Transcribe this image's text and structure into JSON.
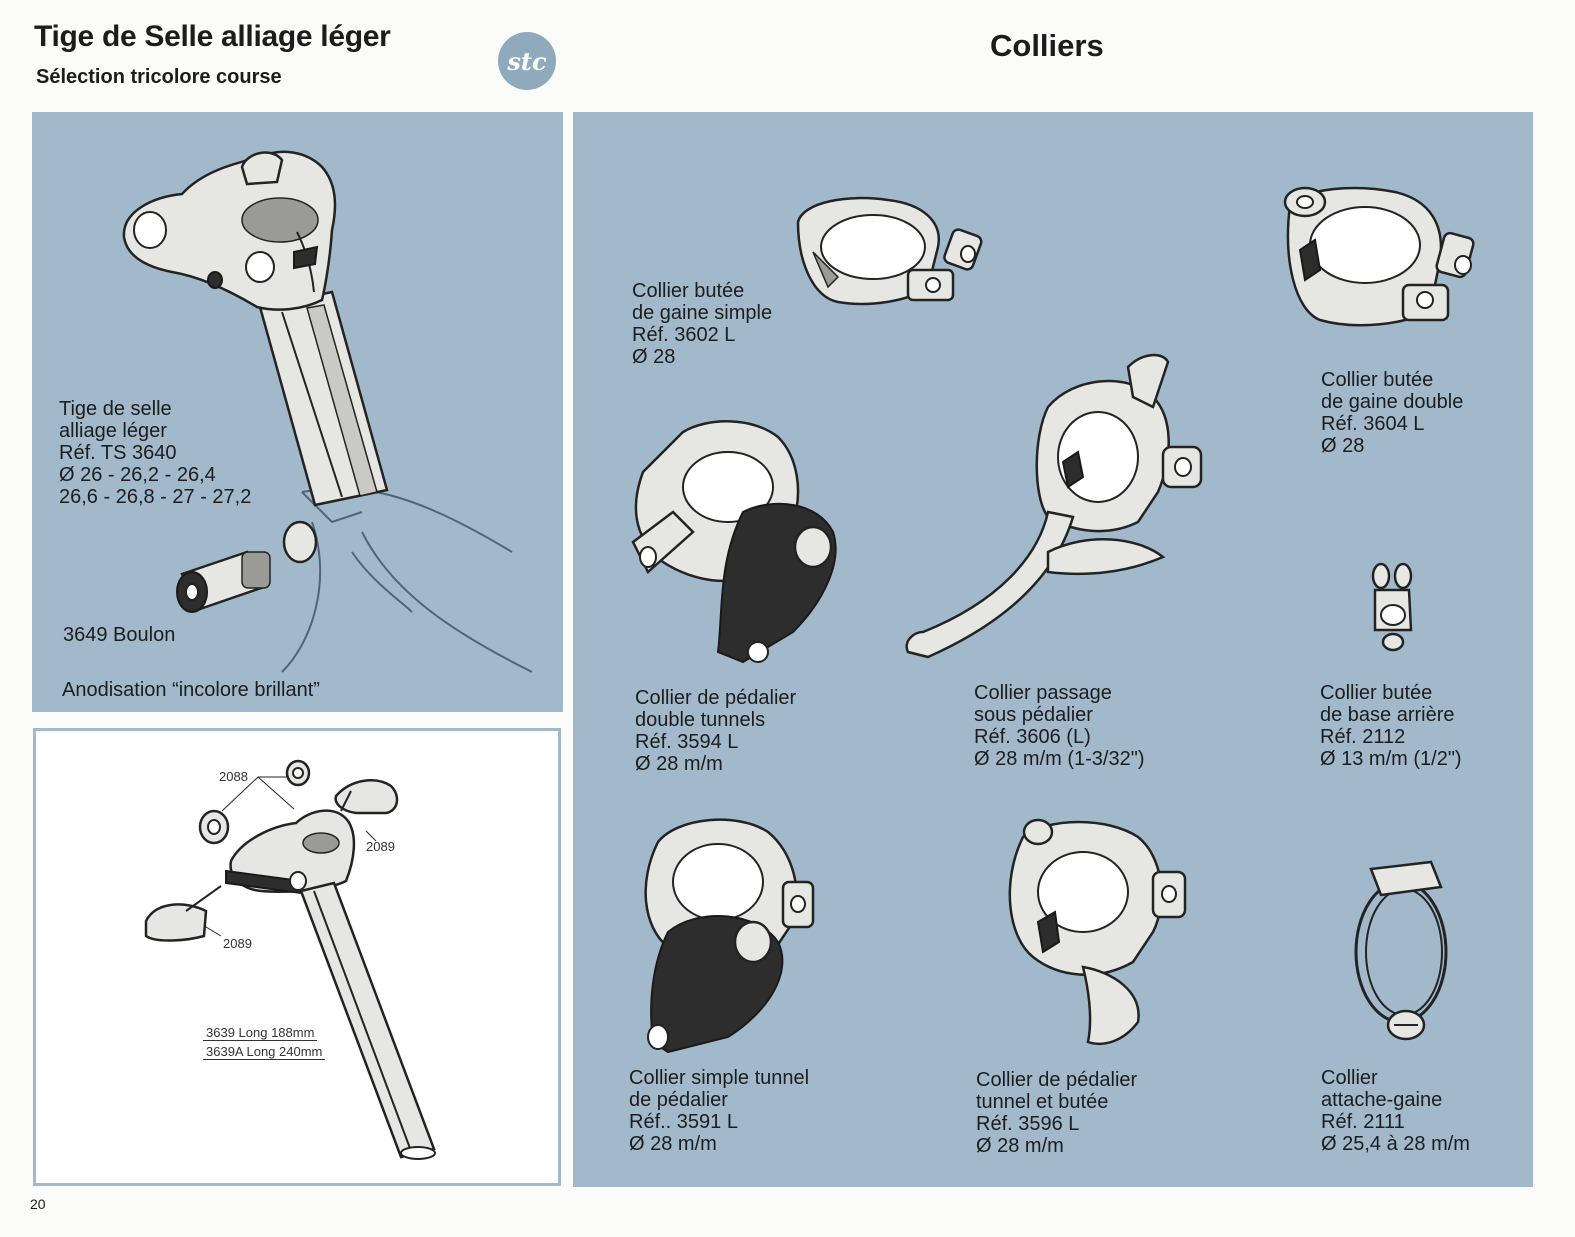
{
  "header": {
    "left_title": "Tige de Selle alliage léger",
    "left_subtitle": "Sélection tricolore course",
    "logo_text": "stc",
    "right_title": "Colliers"
  },
  "seatpost": {
    "caption": [
      "Tige de selle",
      "alliage léger",
      "Réf. TS 3640",
      "Ø 26 - 26,2 - 26,4",
      "26,6 - 26,8 - 27 - 27,2"
    ],
    "bolt_label": "3649 Boulon",
    "finish": "Anodisation “incolore brillant”"
  },
  "exploded": {
    "labels": {
      "part_2088": "2088",
      "part_2089_top": "2089",
      "part_2089_bottom": "2089",
      "length_3639": "3639   Long 188mm",
      "length_3639a": "3639A  Long 240mm"
    }
  },
  "colliers": [
    {
      "id": "3602",
      "lines": [
        "Collier butée",
        "de gaine simple",
        "Réf. 3602 L",
        "Ø 28"
      ]
    },
    {
      "id": "3604",
      "lines": [
        "Collier butée",
        "de gaine double",
        "Réf. 3604 L",
        "Ø 28"
      ]
    },
    {
      "id": "3594",
      "lines": [
        "Collier de pédalier",
        "double tunnels",
        "Réf. 3594 L",
        "Ø 28 m/m"
      ]
    },
    {
      "id": "3606",
      "lines": [
        "Collier passage",
        "sous pédalier",
        "Réf. 3606 (L)",
        "Ø 28 m/m (1-3/32\")"
      ]
    },
    {
      "id": "2112",
      "lines": [
        "Collier butée",
        "de base arrière",
        "Réf. 2112",
        "Ø 13 m/m (1/2\")"
      ]
    },
    {
      "id": "3591",
      "lines": [
        "Collier simple tunnel",
        "de pédalier",
        "Réf.. 3591 L",
        "Ø 28 m/m"
      ]
    },
    {
      "id": "3596",
      "lines": [
        "Collier de pédalier",
        "tunnel et butée",
        "Réf. 3596 L",
        "Ø 28 m/m"
      ]
    },
    {
      "id": "2111",
      "lines": [
        "Collier",
        "attache-gaine",
        "Réf. 2111",
        "Ø 25,4 à 28 m/m"
      ]
    }
  ],
  "footer": {
    "page_number": "20"
  },
  "colors": {
    "panel_blue": "#a2b9cc",
    "logo_blue": "#8fa9bd"
  }
}
